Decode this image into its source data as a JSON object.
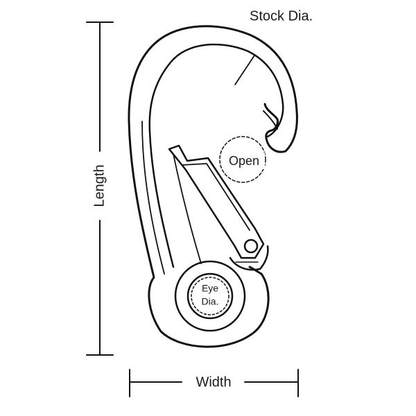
{
  "labels": {
    "stock_dia": "Stock Dia.",
    "open": "Open",
    "length": "Length",
    "eye_line1": "Eye",
    "eye_line2": "Dia.",
    "width": "Width"
  },
  "colors": {
    "line": "#111111",
    "background": "#ffffff"
  }
}
